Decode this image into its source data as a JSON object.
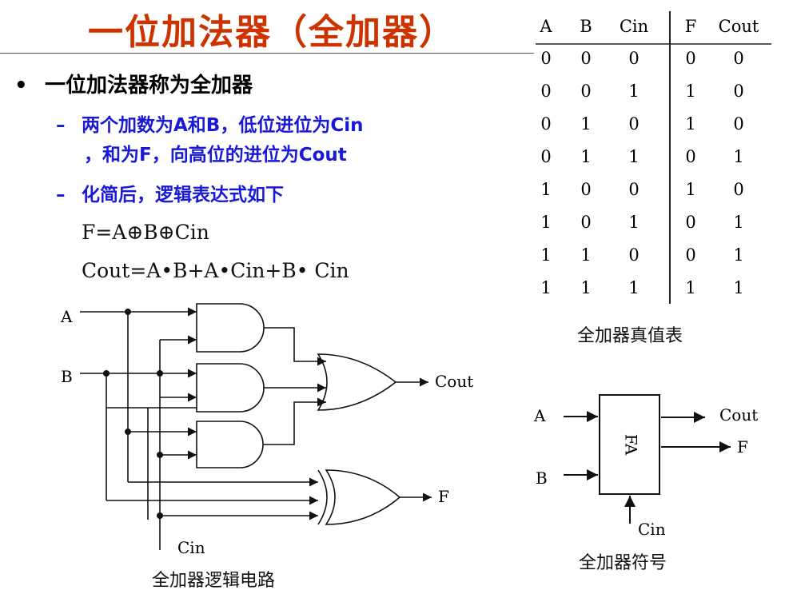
{
  "title": "一位加法器（全加器）",
  "bullets": {
    "main": "一位加法器称为全加器",
    "sub1_line1": "两个加数为A和B，低位进位为Cin",
    "sub1_line2": "，和为F，向高位的进位为Cout",
    "sub2": "化简后，逻辑表达式如下"
  },
  "formulas": {
    "f": "F=A⊕B⊕Cin",
    "cout": "Cout=A•B+A•Cin+B• Cin"
  },
  "truth_table": {
    "headers": [
      "A",
      "B",
      "Cin",
      "F",
      "Cout"
    ],
    "rows": [
      [
        "0",
        "0",
        "0",
        "0",
        "0"
      ],
      [
        "0",
        "0",
        "1",
        "1",
        "0"
      ],
      [
        "0",
        "1",
        "0",
        "1",
        "0"
      ],
      [
        "0",
        "1",
        "1",
        "0",
        "1"
      ],
      [
        "1",
        "0",
        "0",
        "1",
        "0"
      ],
      [
        "1",
        "0",
        "1",
        "0",
        "1"
      ],
      [
        "1",
        "1",
        "0",
        "0",
        "1"
      ],
      [
        "1",
        "1",
        "1",
        "1",
        "1"
      ]
    ],
    "caption": "全加器真值表"
  },
  "circuit": {
    "input_a": "A",
    "input_b": "B",
    "input_cin": "Cin",
    "output_cout": "Cout",
    "output_f": "F",
    "caption": "全加器逻辑电路"
  },
  "symbol": {
    "box_label": "FA",
    "input_a": "A",
    "input_b": "B",
    "input_cin": "Cin",
    "output_cout": "Cout",
    "output_f": "F",
    "caption": "全加器符号"
  },
  "colors": {
    "title": "#cc3300",
    "sub_bullets": "#1a1ad6"
  }
}
